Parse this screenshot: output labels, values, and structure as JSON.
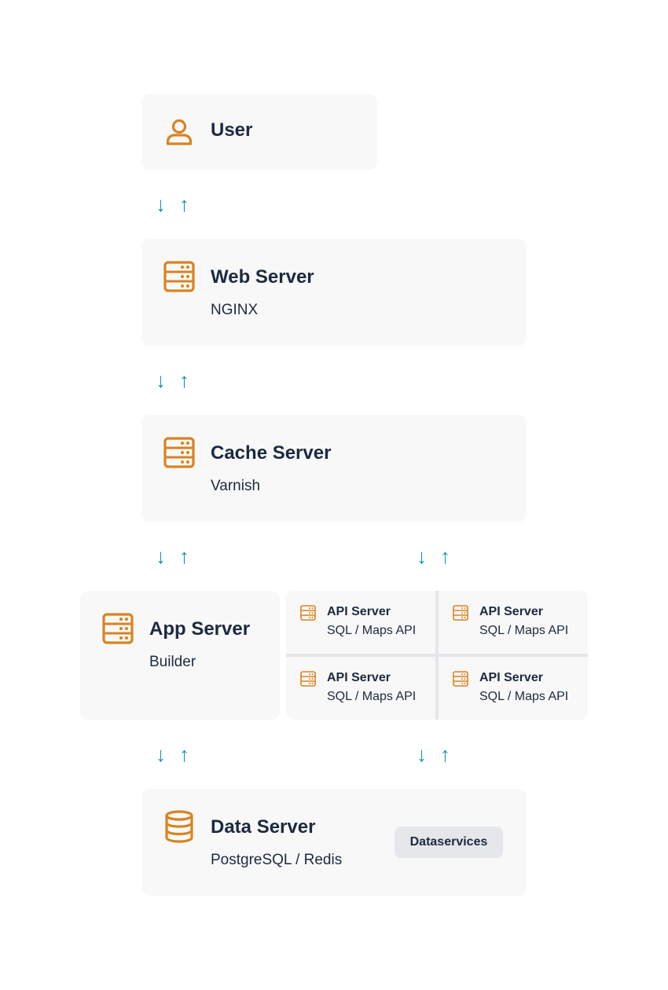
{
  "colors": {
    "icon": "#d9831f",
    "arrow": "#1597a8",
    "text": "#1c2a40",
    "card": "#f8f8f8",
    "badge": "#e5e7ea"
  },
  "arrows": {
    "down": "↓",
    "up": "↑"
  },
  "nodes": {
    "user": {
      "title": "User",
      "icon": "user-icon"
    },
    "web": {
      "title": "Web Server",
      "subtitle": "NGINX",
      "icon": "server-icon"
    },
    "cache": {
      "title": "Cache Server",
      "subtitle": "Varnish",
      "icon": "server-icon"
    },
    "app": {
      "title": "App Server",
      "subtitle": "Builder",
      "icon": "server-icon"
    },
    "api": [
      {
        "title": "API Server",
        "subtitle": "SQL / Maps API",
        "icon": "server-icon"
      },
      {
        "title": "API Server",
        "subtitle": "SQL / Maps API",
        "icon": "server-icon"
      },
      {
        "title": "API Server",
        "subtitle": "SQL / Maps API",
        "icon": "server-icon"
      },
      {
        "title": "API Server",
        "subtitle": "SQL / Maps API",
        "icon": "server-icon"
      }
    ],
    "data": {
      "title": "Data Server",
      "subtitle": "PostgreSQL / Redis",
      "icon": "database-icon",
      "badge": "Dataservices"
    }
  }
}
